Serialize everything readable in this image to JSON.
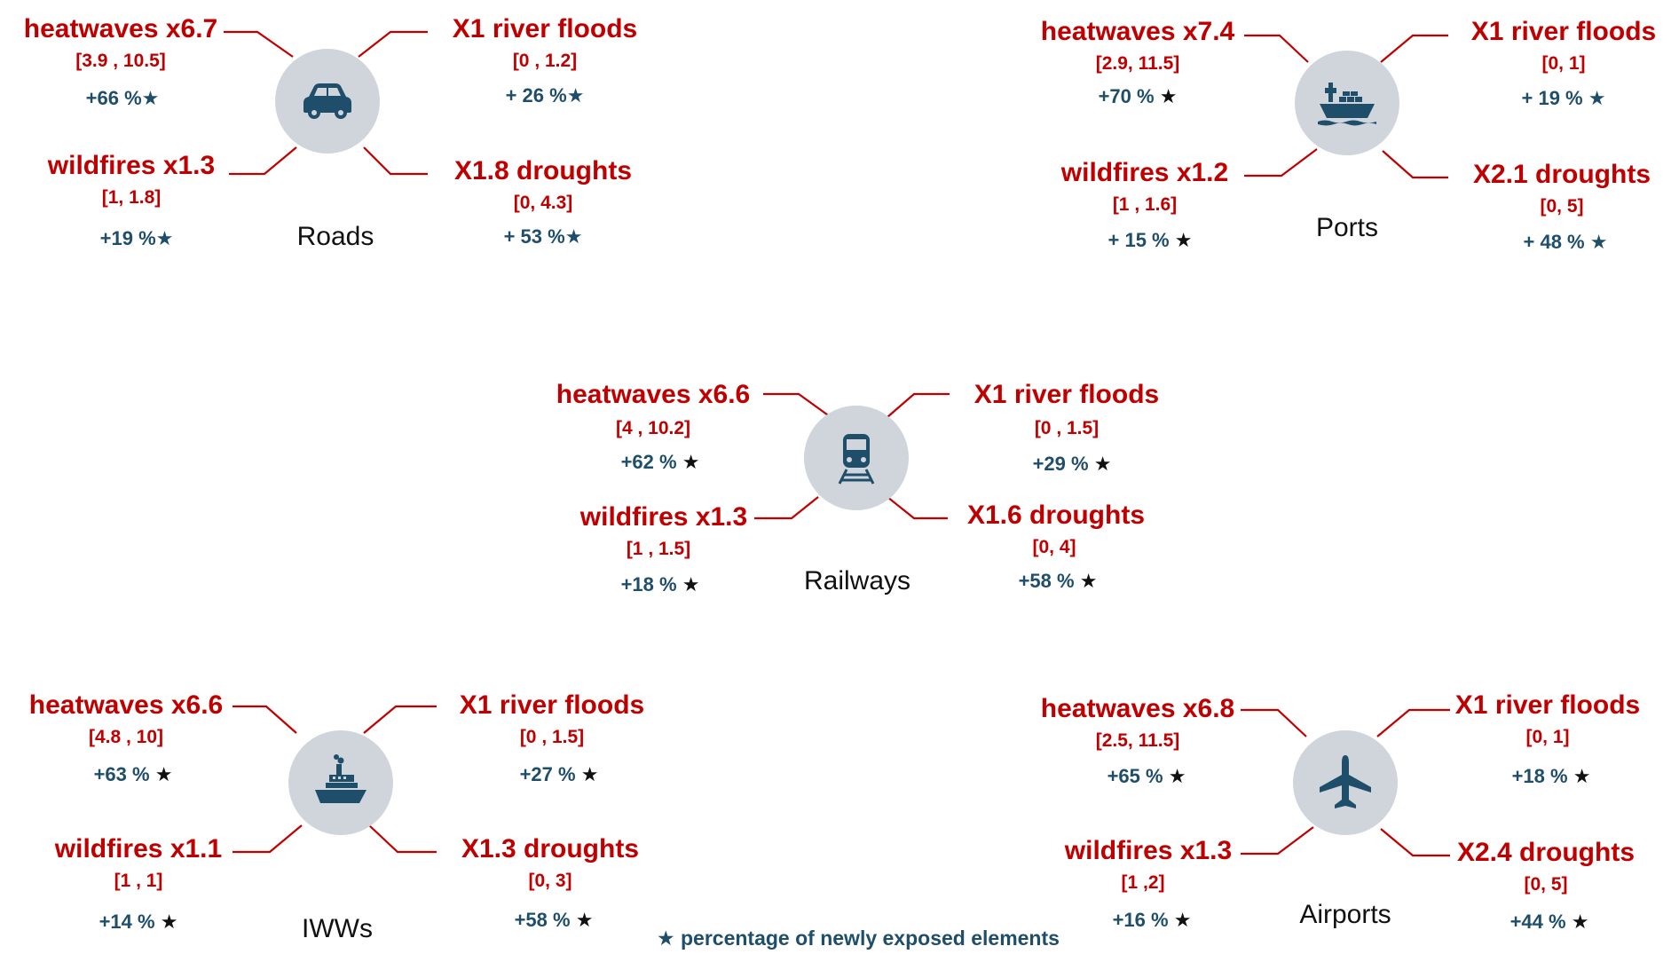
{
  "colors": {
    "hazard": "#c00000",
    "percent": "#1f4e6b",
    "circle": "#d0d5dc",
    "line": "#c00000"
  },
  "groups": [
    {
      "id": "roads",
      "label": "Roads",
      "icon": "car-icon",
      "hazards": {
        "heatwaves": {
          "title": "heatwaves x6.7",
          "range": "[3.9 , 10.5]",
          "pct": "+66 %",
          "star": "★"
        },
        "floods": {
          "title": "X1 river floods",
          "range": "[0 , 1.2]",
          "pct": "+ 26 %",
          "star": "★"
        },
        "wildfires": {
          "title": "wildfires x1.3",
          "range": "[1, 1.8]",
          "pct": "+19 %",
          "star": "★"
        },
        "droughts": {
          "title": "X1.8 droughts",
          "range": "[0, 4.3]",
          "pct": "+ 53 %",
          "star": "★"
        }
      }
    },
    {
      "id": "ports",
      "label": "Ports",
      "icon": "ship-icon",
      "hazards": {
        "heatwaves": {
          "title": "heatwaves x7.4",
          "range": "[2.9, 11.5]",
          "pct": "+70 %",
          "star": "★"
        },
        "floods": {
          "title": "X1 river floods",
          "range": "[0, 1]",
          "pct": "+ 19 %",
          "star": "★"
        },
        "wildfires": {
          "title": "wildfires x1.2",
          "range": "[1 , 1.6]",
          "pct": "+ 15 %",
          "star": "★"
        },
        "droughts": {
          "title": "X2.1 droughts",
          "range": "[0, 5]",
          "pct": "+ 48 %",
          "star": "★"
        }
      }
    },
    {
      "id": "railways",
      "label": "Railways",
      "icon": "train-icon",
      "hazards": {
        "heatwaves": {
          "title": "heatwaves x6.6",
          "range": "[4 , 10.2]",
          "pct": "+62 %",
          "star": "★"
        },
        "floods": {
          "title": "X1 river floods",
          "range": "[0 , 1.5]",
          "pct": "+29 %",
          "star": "★"
        },
        "wildfires": {
          "title": "wildfires x1.3",
          "range": "[1 , 1.5]",
          "pct": "+18 %",
          "star": "★"
        },
        "droughts": {
          "title": "X1.6 droughts",
          "range": "[0, 4]",
          "pct": "+58 %",
          "star": "★"
        }
      }
    },
    {
      "id": "iwws",
      "label": "IWWs",
      "icon": "steamboat-icon",
      "hazards": {
        "heatwaves": {
          "title": "heatwaves x6.6",
          "range": "[4.8 , 10]",
          "pct": "+63 %",
          "star": "★"
        },
        "floods": {
          "title": "X1 river floods",
          "range": "[0 , 1.5]",
          "pct": "+27 %",
          "star": "★"
        },
        "wildfires": {
          "title": "wildfires x1.1",
          "range": "[1 , 1]",
          "pct": "+14 %",
          "star": "★"
        },
        "droughts": {
          "title": "X1.3 droughts",
          "range": "[0, 3]",
          "pct": "+58 %",
          "star": "★"
        }
      }
    },
    {
      "id": "airports",
      "label": "Airports",
      "icon": "airplane-icon",
      "hazards": {
        "heatwaves": {
          "title": "heatwaves x6.8",
          "range": "[2.5, 11.5]",
          "pct": "+65 %",
          "star": "★"
        },
        "floods": {
          "title": "X1 river floods",
          "range": "[0, 1]",
          "pct": "+18 %",
          "star": "★"
        },
        "wildfires": {
          "title": "wildfires x1.3",
          "range": "[1 ,2]",
          "pct": "+16 %",
          "star": "★"
        },
        "droughts": {
          "title": "X2.4 droughts",
          "range": "[0, 5]",
          "pct": "+44 %",
          "star": "★"
        }
      }
    }
  ],
  "footnote": "★ percentage of newly exposed elements"
}
